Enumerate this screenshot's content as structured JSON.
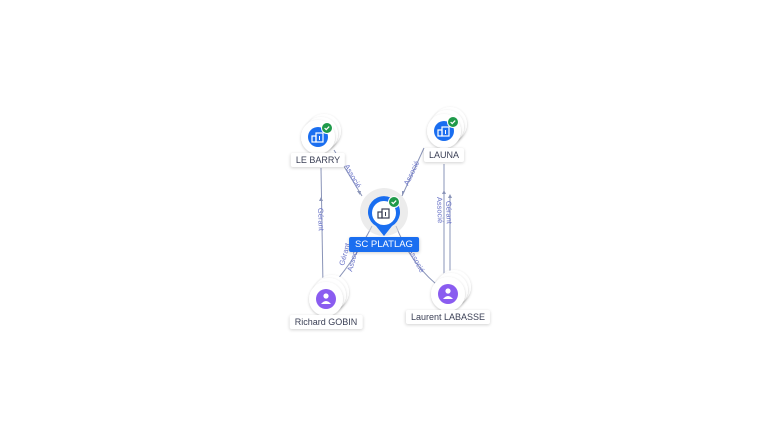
{
  "colors": {
    "company": "#1a6ef0",
    "person": "#8a5cf0",
    "check": "#1f9a4a",
    "edge": "#8a94b8",
    "edge_label": "#6a74c8"
  },
  "nodes": {
    "center": {
      "label": "SC PLATLAG",
      "icon": "building-icon",
      "verified": true
    },
    "le_barry": {
      "label": "LE BARRY",
      "icon": "building-icon",
      "verified": true
    },
    "launa": {
      "label": "LAUNA",
      "icon": "building-icon",
      "verified": true
    },
    "richard": {
      "label": "Richard GOBIN",
      "icon": "person-icon"
    },
    "laurent": {
      "label": "Laurent LABASSE",
      "icon": "person-icon"
    }
  },
  "edges": {
    "le_barry_center": "Associé",
    "launa_center": "Associé",
    "richard_le_barry": "Gérant",
    "laurent_launa_1": "Gérant",
    "laurent_launa_2": "Associé",
    "richard_center_1": "Gérant",
    "richard_center_2": "Associé",
    "laurent_center": "Associé"
  }
}
